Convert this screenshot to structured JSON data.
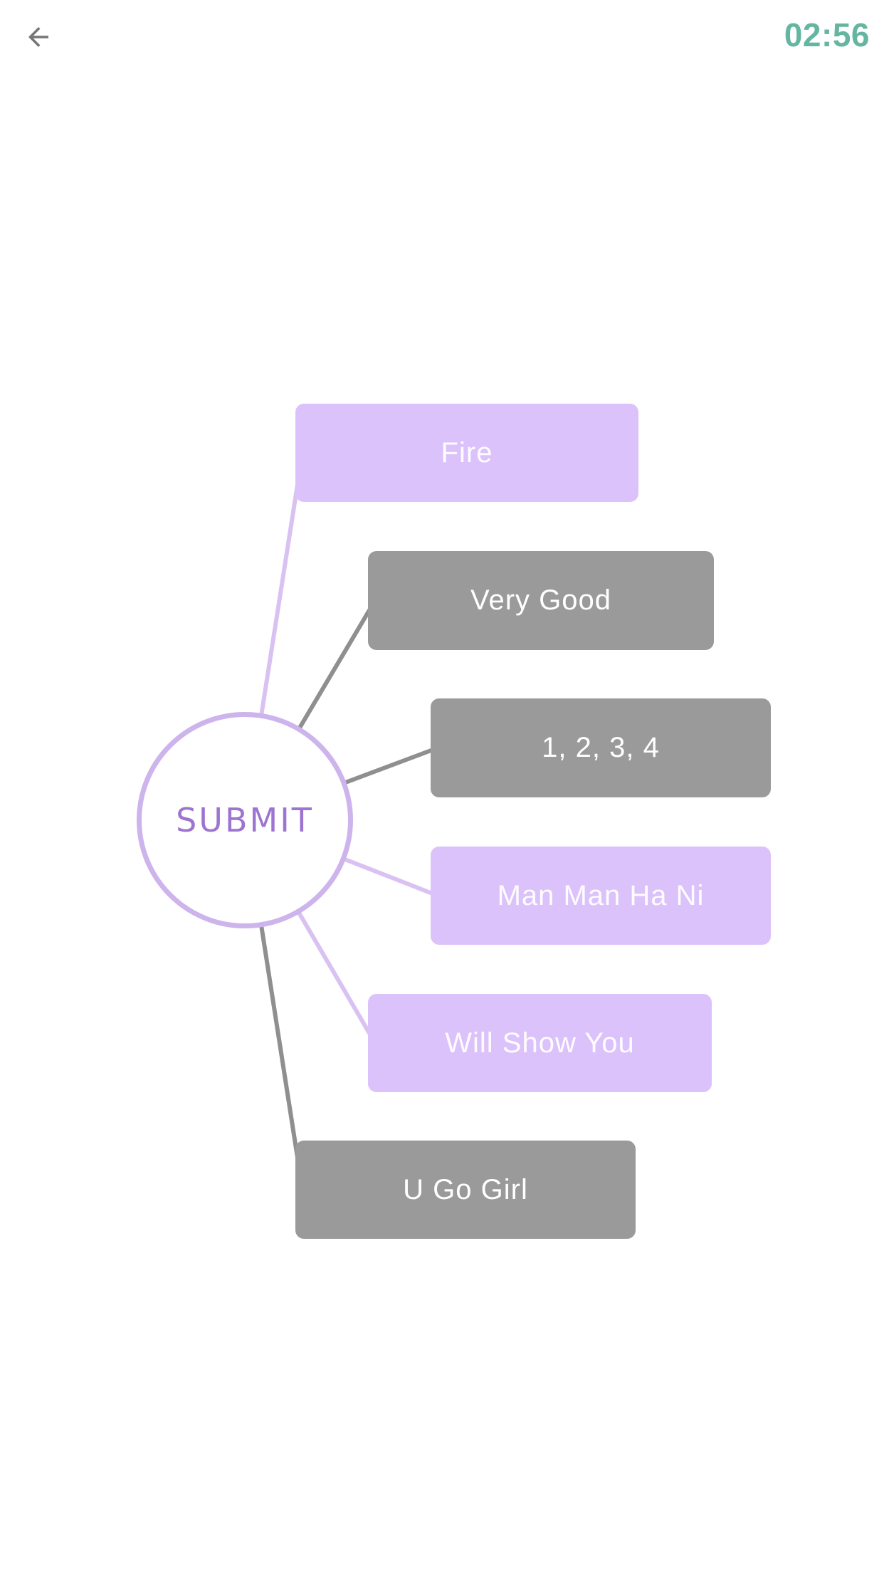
{
  "header": {
    "back_icon": "arrow-left-icon",
    "timer": "02:56"
  },
  "center_node": {
    "label": "SUBMIT"
  },
  "options": [
    {
      "label": "Fire",
      "variant": "purple"
    },
    {
      "label": "Very Good",
      "variant": "gray"
    },
    {
      "label": "1, 2, 3, 4",
      "variant": "gray"
    },
    {
      "label": "Man Man Ha Ni",
      "variant": "purple"
    },
    {
      "label": "Will Show You",
      "variant": "purple"
    },
    {
      "label": "U Go Girl",
      "variant": "gray"
    }
  ],
  "colors": {
    "purple_fill": "#dcc2fa",
    "gray_fill": "#9a9a9a",
    "purple_line": "#d9c2f2",
    "gray_line": "#8f8f8f",
    "circle_border": "#cdb4ec",
    "submit_text": "#9e74d1",
    "timer_text": "#64b6a1",
    "back_arrow": "#757575"
  }
}
